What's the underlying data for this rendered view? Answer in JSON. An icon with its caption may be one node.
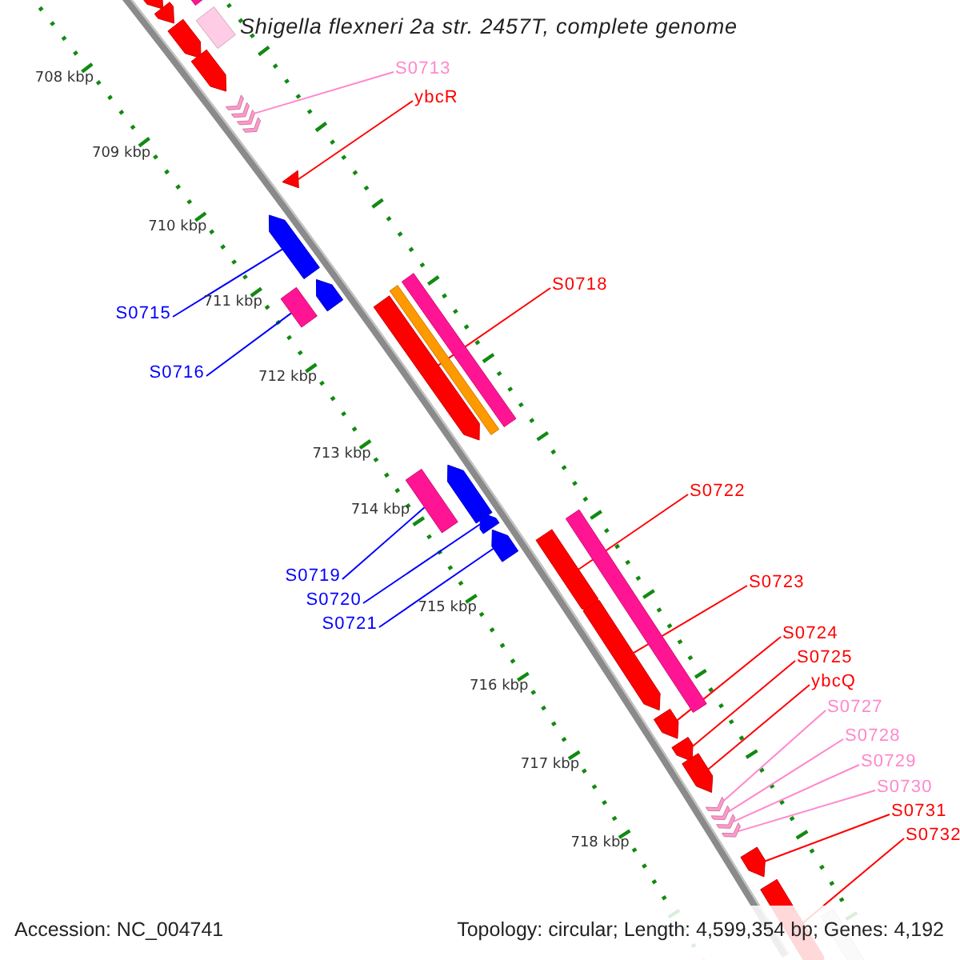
{
  "diagram": {
    "title": "Shigella flexneri 2a str. 2457T, complete genome",
    "nodes": [
      {
        "text": [
          "S0713"
        ]
      },
      {
        "text": [
          "ybcR"
        ]
      },
      {
        "text": [
          "S0715"
        ]
      },
      {
        "text": [
          "S0716"
        ]
      },
      {
        "text": [
          "S0718"
        ]
      },
      {
        "text": [
          "S0719"
        ]
      },
      {
        "text": [
          "S0720"
        ]
      },
      {
        "text": [
          "S0721"
        ]
      },
      {
        "text": [
          "S0722"
        ]
      },
      {
        "text": [
          "S0723"
        ]
      },
      {
        "text": [
          "S0724"
        ]
      },
      {
        "text": [
          "S0725"
        ]
      },
      {
        "text": [
          "ybcQ"
        ]
      },
      {
        "text": [
          "S0727"
        ]
      },
      {
        "text": [
          "S0728"
        ]
      },
      {
        "text": [
          "S0729"
        ]
      },
      {
        "text": [
          "S0730"
        ]
      },
      {
        "text": [
          "S0731"
        ]
      },
      {
        "text": [
          "S0732"
        ]
      },
      {
        "text": [],
        "shape": "arrow"
      },
      {
        "text": [],
        "shape": "arrow"
      },
      {
        "text": [],
        "shape": "bar"
      },
      {
        "text": [],
        "shape": "bar"
      },
      {
        "text": [],
        "shape": "arrow"
      },
      {
        "text": [],
        "shape": "arrow"
      },
      {
        "text": [],
        "shape": "chevron"
      },
      {
        "text": [],
        "shape": "triangle"
      },
      {
        "text": [],
        "shape": "arrow"
      },
      {
        "text": [],
        "shape": "arrow"
      },
      {
        "text": [],
        "shape": "bar"
      },
      {
        "text": [],
        "shape": "arrow"
      },
      {
        "text": [],
        "shape": "bar"
      },
      {
        "text": [],
        "shape": "bar"
      },
      {
        "text": [],
        "shape": "bar"
      },
      {
        "text": [],
        "shape": "arrow"
      },
      {
        "text": [],
        "shape": "arrow"
      },
      {
        "text": [],
        "shape": "arrow"
      },
      {
        "text": [],
        "shape": "bar"
      },
      {
        "text": [],
        "shape": "arrow"
      },
      {
        "text": [],
        "shape": "arrow"
      },
      {
        "text": [],
        "shape": "arrow"
      },
      {
        "text": [],
        "shape": "arrow"
      },
      {
        "text": [],
        "shape": "arrow"
      },
      {
        "text": [],
        "shape": "chevron"
      },
      {
        "text": [],
        "shape": "chevron"
      },
      {
        "text": [],
        "shape": "chevron"
      },
      {
        "text": [],
        "shape": "chevron"
      },
      {
        "text": [],
        "shape": "arrow"
      },
      {
        "text": [],
        "shape": "arrow"
      },
      {
        "text": [],
        "shape": "bar"
      }
    ],
    "edges": [
      {
        "from": 0,
        "to": 25,
        "arrow": "none",
        "color": "#ff88cc"
      },
      {
        "from": 1,
        "to": 26,
        "arrow": "none"
      },
      {
        "from": 2,
        "to": 27,
        "arrow": "none",
        "color": "#0000ff"
      },
      {
        "from": 3,
        "to": 29,
        "arrow": "none",
        "color": "#0000ff"
      },
      {
        "from": 4,
        "to": 30,
        "arrow": "none"
      },
      {
        "from": 5,
        "to": 33,
        "arrow": "none",
        "color": "#0000ff"
      },
      {
        "from": 6,
        "to": 35,
        "arrow": "none",
        "color": "#0000ff"
      },
      {
        "from": 7,
        "to": 36,
        "arrow": "none",
        "color": "#0000ff"
      },
      {
        "from": 8,
        "to": 38,
        "arrow": "none"
      },
      {
        "from": 9,
        "to": 39,
        "arrow": "none"
      },
      {
        "from": 10,
        "to": 40,
        "arrow": "none"
      },
      {
        "from": 11,
        "to": 41,
        "arrow": "none"
      },
      {
        "from": 12,
        "to": 42,
        "arrow": "none"
      },
      {
        "from": 13,
        "to": 43,
        "arrow": "none",
        "color": "#ff88cc"
      },
      {
        "from": 14,
        "to": 44,
        "arrow": "none",
        "color": "#ff88cc"
      },
      {
        "from": 15,
        "to": 45,
        "arrow": "none",
        "color": "#ff88cc"
      },
      {
        "from": 16,
        "to": 46,
        "arrow": "none",
        "color": "#ff88cc"
      },
      {
        "from": 17,
        "to": 47,
        "arrow": "none"
      },
      {
        "from": 18,
        "to": 48,
        "arrow": "none"
      }
    ],
    "labels": [
      "708 kbp",
      "709 kbp",
      "710 kbp",
      "711 kbp",
      "712 kbp",
      "713 kbp",
      "714 kbp",
      "715 kbp",
      "716 kbp",
      "717 kbp",
      "718 kbp",
      "Accession: NC_004741",
      "Topology: circular; Length: 4,599,354 bp; Genes: 4,192"
    ]
  }
}
